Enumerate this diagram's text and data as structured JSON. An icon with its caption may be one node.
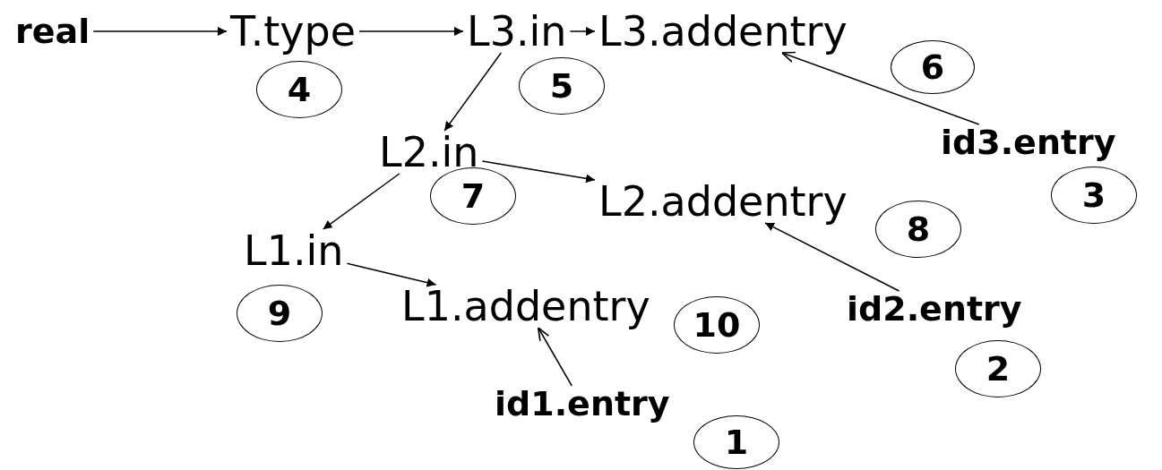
{
  "diagram": {
    "nodes": [
      {
        "text": [
          "real"
        ]
      },
      {
        "text": [
          "T.type"
        ]
      },
      {
        "text": [
          "L3.in"
        ]
      },
      {
        "text": [
          "L3.addentry"
        ]
      },
      {
        "text": [
          "id3.entry"
        ]
      },
      {
        "text": [
          "L2.in"
        ]
      },
      {
        "text": [
          "L2.addentry"
        ]
      },
      {
        "text": [
          "id2.entry"
        ]
      },
      {
        "text": [
          "L1.in"
        ]
      },
      {
        "text": [
          "L1.addentry"
        ]
      },
      {
        "text": [
          "id1.entry"
        ]
      },
      {
        "text": [
          "4"
        ]
      },
      {
        "text": [
          "5"
        ]
      },
      {
        "text": [
          "6"
        ]
      },
      {
        "text": [
          "3"
        ]
      },
      {
        "text": [
          "7"
        ]
      },
      {
        "text": [
          "8"
        ]
      },
      {
        "text": [
          "2"
        ]
      },
      {
        "text": [
          "9"
        ]
      },
      {
        "text": [
          "10"
        ]
      },
      {
        "text": [
          "1"
        ]
      }
    ],
    "edges": [
      {
        "from": 0,
        "to": 1,
        "arrow": "to"
      },
      {
        "from": 1,
        "to": 2,
        "arrow": "to"
      },
      {
        "from": 2,
        "to": 3,
        "arrow": "to"
      },
      {
        "from": 4,
        "to": 3,
        "arrow": "to"
      },
      {
        "from": 2,
        "to": 5,
        "arrow": "to"
      },
      {
        "from": 5,
        "to": 6,
        "arrow": "to"
      },
      {
        "from": 7,
        "to": 6,
        "arrow": "to"
      },
      {
        "from": 5,
        "to": 8,
        "arrow": "to"
      },
      {
        "from": 8,
        "to": 9,
        "arrow": "to"
      },
      {
        "from": 10,
        "to": 9,
        "arrow": "to"
      }
    ]
  }
}
